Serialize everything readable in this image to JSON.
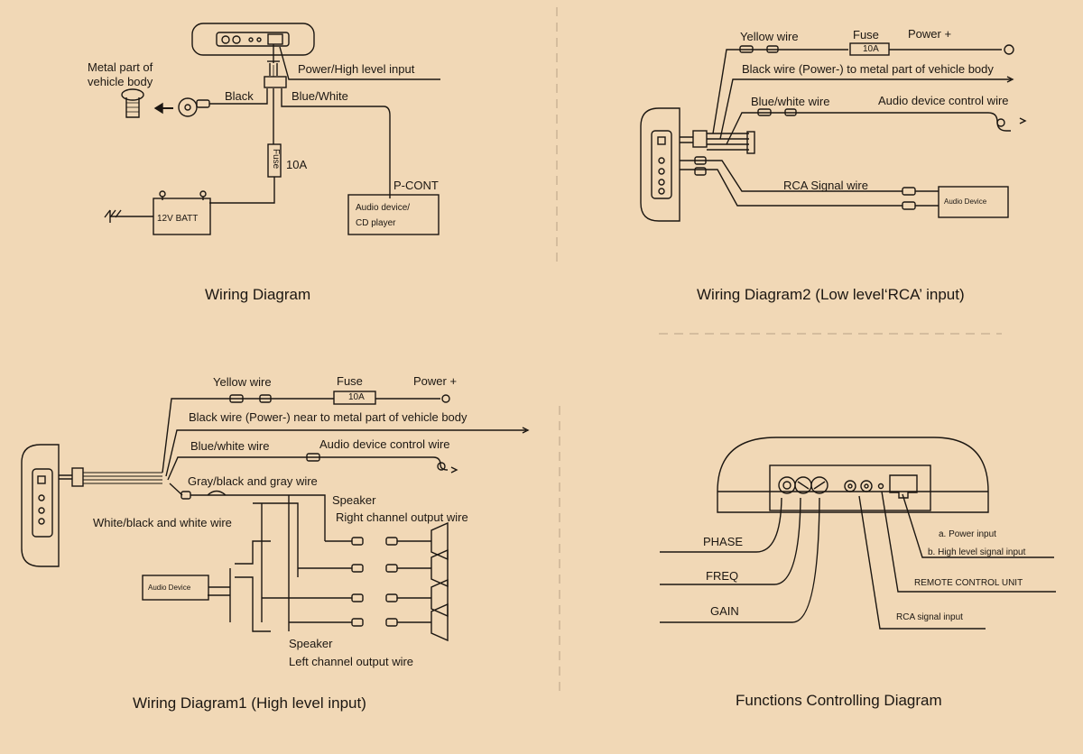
{
  "colors": {
    "paper": "#f1d8b6",
    "ink": "#1c1712",
    "faint": "#b9a285"
  },
  "panel1": {
    "title": "Wiring Diagram",
    "metal_part": [
      "Metal part of",
      "vehicle body"
    ],
    "power_high_level_input": "Power/High level input",
    "black": "Black",
    "blue_white": "Blue/White",
    "fuse": "Fuse",
    "fuse_rating": "10A",
    "p_cont": "P-CONT",
    "audio_device": [
      "Audio device/",
      "CD player"
    ],
    "battery": "12V BATT"
  },
  "panel2": {
    "title": "Wiring Diagram2 (Low level‘RCA’ input)",
    "yellow_wire": "Yellow wire",
    "fuse": "Fuse",
    "fuse_rating": "10A",
    "power_plus": "Power +",
    "black_wire": "Black wire  (Power-)  to metal part of vehicle body",
    "blue_white_wire": "Blue/white wire",
    "audio_control_wire": "Audio device control wire",
    "rca_signal_wire": "RCA Signal wire",
    "audio_device": "Audio Device"
  },
  "panel3": {
    "title": "Wiring Diagram1 (High level input)",
    "yellow_wire": "Yellow wire",
    "fuse": "Fuse",
    "fuse_rating": "10A",
    "power_plus": "Power +",
    "black_wire": "Black wire   (Power-)  near to metal part of vehicle body",
    "blue_white_wire": "Blue/white wire",
    "audio_control_wire": "Audio device control wire",
    "gray_wire": "Gray/black and gray wire",
    "speaker_right": [
      "Speaker",
      "Right channel output wire"
    ],
    "white_wire": "White/black and white wire",
    "audio_device": "Audio Device",
    "speaker_left": [
      "Speaker",
      "Left channel output wire"
    ]
  },
  "panel4": {
    "title": "Functions Controlling Diagram",
    "phase": "PHASE",
    "freq": "FREQ",
    "gain": "GAIN",
    "power_input": "a. Power input",
    "high_level_input": "b.  High level signal input",
    "remote_control": "REMOTE CONTROL UNIT",
    "rca_input": "RCA signal input"
  }
}
